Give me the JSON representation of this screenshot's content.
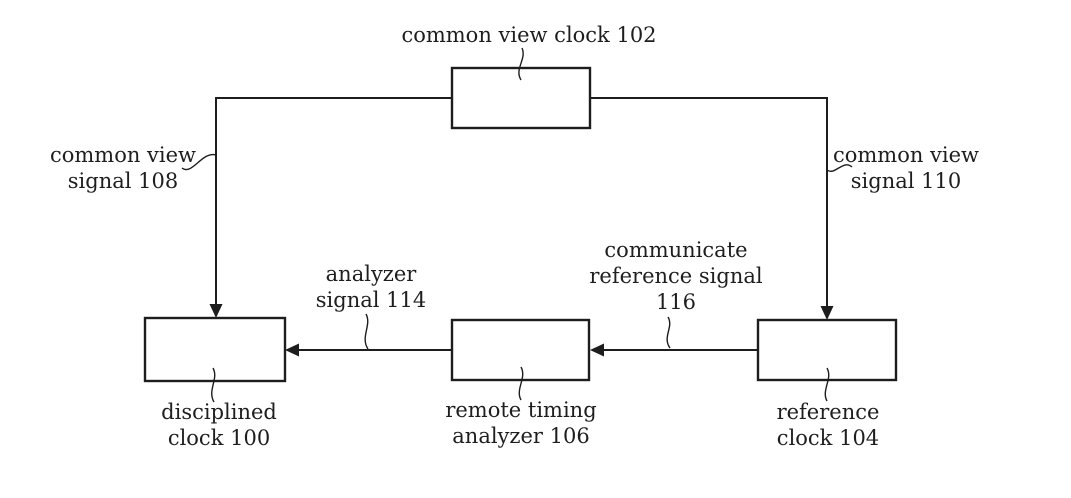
{
  "figure": {
    "background_color": "#ffffff",
    "line_color": "#1d1d1d",
    "text_color": "#1e1e1e",
    "labels": {
      "common_view_clock_102": {
        "lines": [
          "common view clock 102"
        ]
      },
      "common_view_signal_108": {
        "lines": [
          "common view",
          "signal 108"
        ]
      },
      "common_view_signal_110": {
        "lines": [
          "common view",
          "signal 110"
        ]
      },
      "analyzer_signal_114": {
        "lines": [
          "analyzer",
          "signal 114"
        ]
      },
      "communicate_reference_signal_116": {
        "lines": [
          "communicate",
          "reference signal",
          "116"
        ]
      },
      "disciplined_clock_100": {
        "lines": [
          "disciplined",
          "clock 100"
        ]
      },
      "remote_timing_analyzer_106": {
        "lines": [
          "remote timing",
          "analyzer 106"
        ]
      },
      "reference_clock_104": {
        "lines": [
          "reference",
          "clock 104"
        ]
      }
    }
  }
}
